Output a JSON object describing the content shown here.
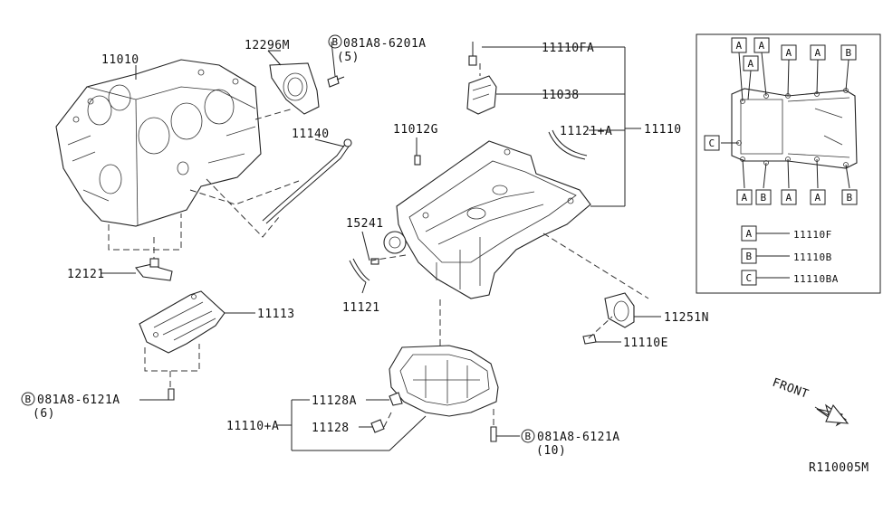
{
  "labels": {
    "block": "11010",
    "seal": "12296M",
    "bolt_top_code": "081A8-6201A",
    "bolt_top_qty": "(5)",
    "dipstick": "11140",
    "oil_pan_upper_bolt": "11110FA",
    "baffle": "11038",
    "gasket_r": "11121+A",
    "oil_pan_upper": "11110",
    "plug_upper": "11012G",
    "strainer": "15241",
    "gasket_l": "11121",
    "bracket": "12121",
    "baffle_plate": "11113",
    "bolt_left_code": "081A8-6121A",
    "bolt_left_qty": "(6)",
    "rear_seal": "11251N",
    "rear_bolt": "11110E",
    "drain_plug_washer": "11128A",
    "drain_plug": "11128",
    "oil_pan_lower": "11110+A",
    "bolt_bottom_code": "081A8-6121A",
    "bolt_bottom_qty": "(10)",
    "circle_b": "B",
    "front": "FRONT",
    "diagram_id": "R110005M"
  },
  "inset": {
    "top_boxes": [
      "A",
      "A",
      "A",
      "A",
      "A",
      "B"
    ],
    "side_box": "C",
    "bottom_boxes": [
      "A",
      "B",
      "A",
      "A",
      "B"
    ],
    "legend": [
      {
        "key": "A",
        "part": "11110F"
      },
      {
        "key": "B",
        "part": "11110B"
      },
      {
        "key": "C",
        "part": "11110BA"
      }
    ]
  }
}
